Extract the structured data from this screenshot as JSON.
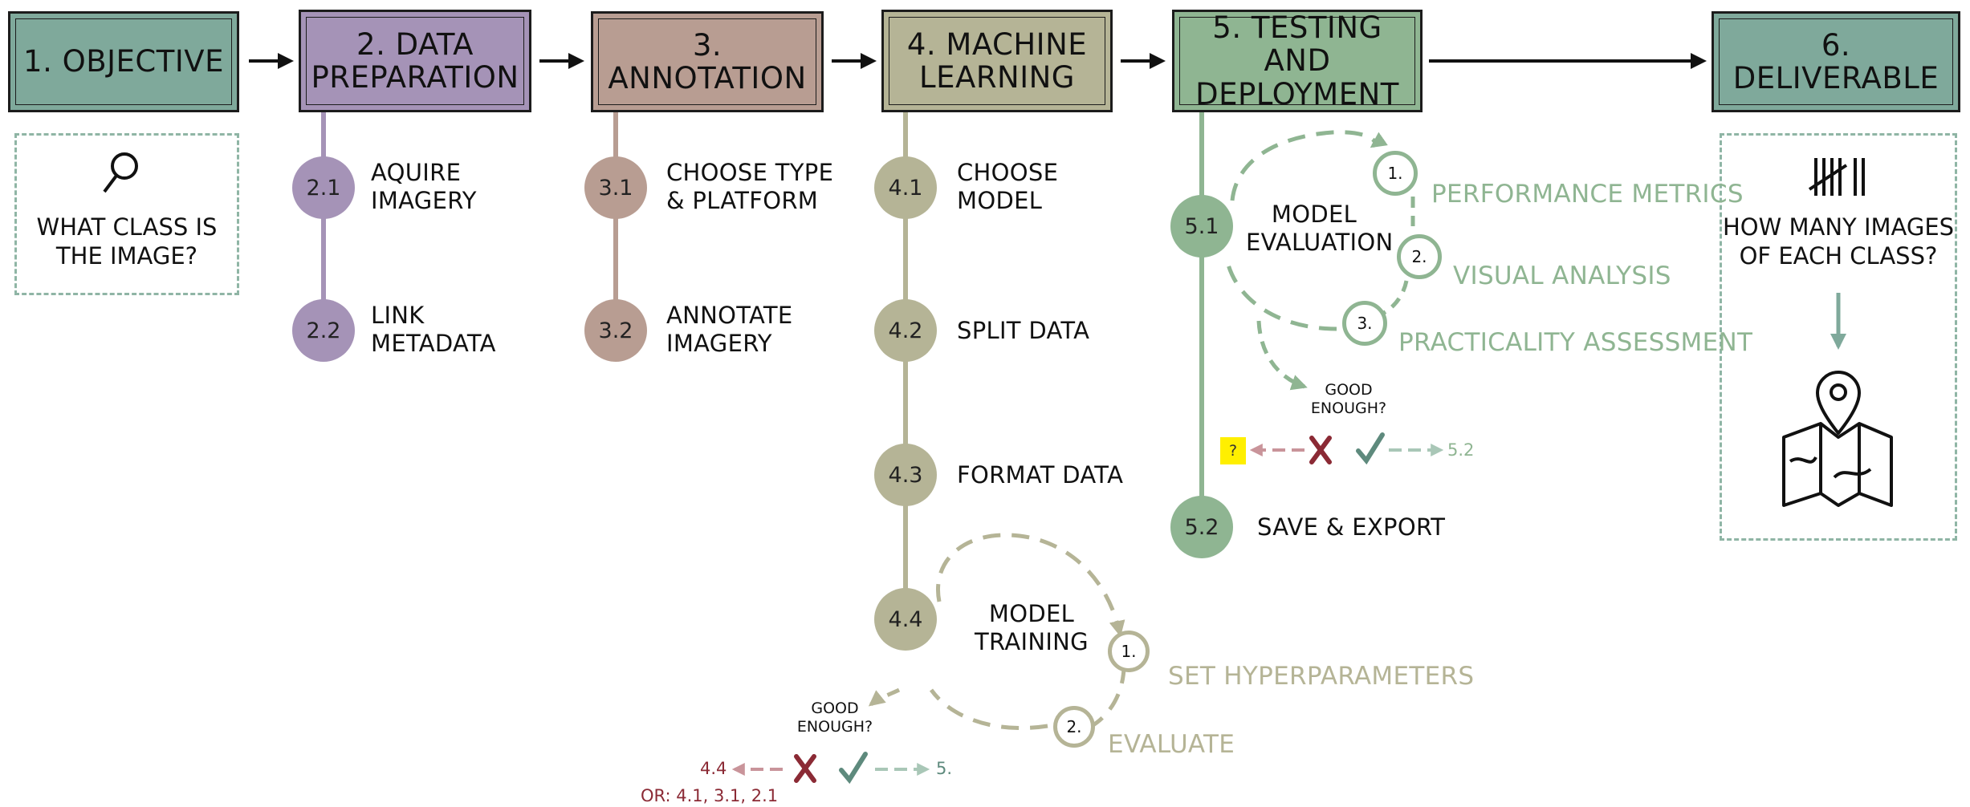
{
  "stages": [
    {
      "number": "1.",
      "title": "OBJECTIVE",
      "lines": [
        "1. OBJECTIVE"
      ],
      "color": "#7fa99b"
    },
    {
      "number": "2.",
      "lines": [
        "2. DATA",
        "PREPARATION"
      ],
      "color": "#a593b7"
    },
    {
      "number": "3.",
      "lines": [
        "3. ANNOTATION"
      ],
      "color": "#b89d92"
    },
    {
      "number": "4.",
      "lines": [
        "4. MACHINE",
        "LEARNING"
      ],
      "color": "#b5b496"
    },
    {
      "number": "5.",
      "lines": [
        "5. TESTING AND",
        "DEPLOYMENT"
      ],
      "color": "#8fb592"
    },
    {
      "number": "6.",
      "lines": [
        "6. DELIVERABLE"
      ],
      "color": "#7fa99b"
    }
  ],
  "objective": {
    "question_lines": [
      "WHAT CLASS IS",
      "THE IMAGE?"
    ],
    "icon": "magnifier-icon"
  },
  "deliverable": {
    "question_lines": [
      "HOW MANY IMAGES",
      "OF EACH CLASS?"
    ],
    "icons": [
      "tally-icon",
      "map-pin-icon"
    ]
  },
  "steps": {
    "s2_1": {
      "num": "2.1",
      "label_lines": [
        "AQUIRE",
        "IMAGERY"
      ]
    },
    "s2_2": {
      "num": "2.2",
      "label_lines": [
        "LINK",
        "METADATA"
      ]
    },
    "s3_1": {
      "num": "3.1",
      "label_lines": [
        "CHOOSE TYPE",
        "& PLATFORM"
      ]
    },
    "s3_2": {
      "num": "3.2",
      "label_lines": [
        "ANNOTATE",
        "IMAGERY"
      ]
    },
    "s4_1": {
      "num": "4.1",
      "label_lines": [
        "CHOOSE",
        "MODEL"
      ]
    },
    "s4_2": {
      "num": "4.2",
      "label_lines": [
        "SPLIT DATA"
      ]
    },
    "s4_3": {
      "num": "4.3",
      "label_lines": [
        "FORMAT DATA"
      ]
    },
    "s4_4": {
      "num": "4.4",
      "label_lines": [
        "MODEL",
        "TRAINING"
      ]
    },
    "s5_1": {
      "num": "5.1",
      "label_lines": [
        "MODEL",
        "EVALUATION"
      ]
    },
    "s5_2": {
      "num": "5.2",
      "label_lines": [
        "SAVE & EXPORT"
      ]
    }
  },
  "training_cycle": {
    "substeps": [
      {
        "num": "1.",
        "label": "SET HYPERPARAMETERS"
      },
      {
        "num": "2.",
        "label": "EVALUATE"
      }
    ],
    "question_lines": [
      "GOOD",
      "ENOUGH?"
    ],
    "fail_target": "4.4",
    "fail_alt": "OR: 4.1, 3.1, 2.1",
    "pass_target": "5."
  },
  "evaluation_cycle": {
    "substeps": [
      {
        "num": "1.",
        "label": "PERFORMANCE METRICS"
      },
      {
        "num": "2.",
        "label": "VISUAL ANALYSIS"
      },
      {
        "num": "3.",
        "label": "PRACTICALITY ASSESSMENT"
      }
    ],
    "question_lines": [
      "GOOD",
      "ENOUGH?"
    ],
    "fail_target": "?",
    "pass_target": "5.2"
  },
  "colors": {
    "objective": "#7fa99b",
    "data_prep": "#a593b7",
    "annotation": "#b89d92",
    "ml": "#b5b496",
    "testing": "#8fb592",
    "deliverable": "#7fa99b",
    "fail": "#8b2a35",
    "fail_arrow": "#c9949a",
    "pass": "#5e8a7d",
    "pass_arrow": "#a9c7b7",
    "highlight": "#ffef00"
  }
}
